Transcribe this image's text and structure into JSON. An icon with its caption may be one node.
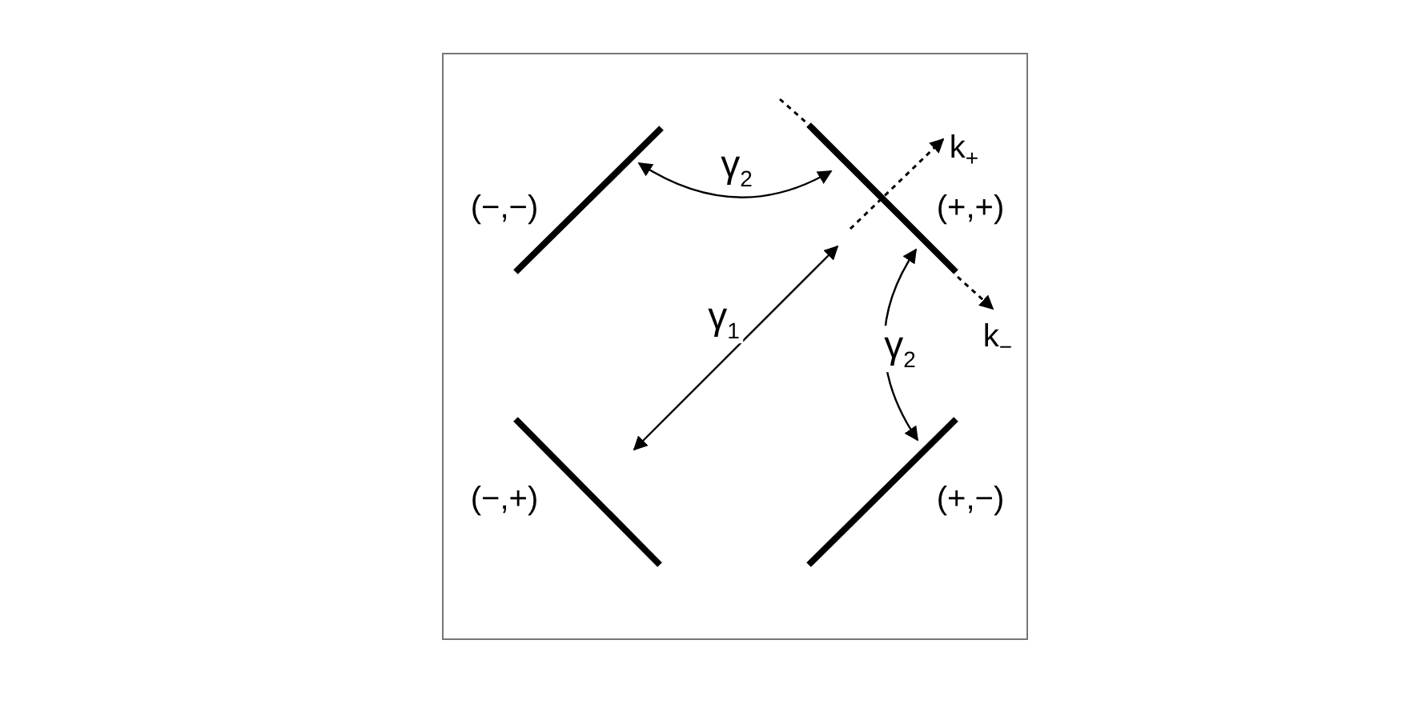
{
  "diagram": {
    "nodes": [
      {
        "text": [],
        "shape": "bar",
        "beside": [
          "(−,−)"
        ]
      },
      {
        "text": [],
        "shape": "bar",
        "beside": [
          "(+,+)"
        ]
      },
      {
        "text": [],
        "shape": "bar",
        "beside": [
          "(−,+)"
        ]
      },
      {
        "text": [],
        "shape": "bar",
        "beside": [
          "(+,−)"
        ]
      }
    ],
    "edges": [
      {
        "from": 0,
        "to": 1,
        "arrow": "both",
        "label": "γ$_{2}$"
      },
      {
        "from": 2,
        "to": 1,
        "arrow": "both",
        "label": "γ$_{1}$"
      },
      {
        "from": 1,
        "to": 3,
        "arrow": "both",
        "label": "γ$_{2}$"
      }
    ],
    "labels": [
      "k$_{+}$",
      "k$_{−}$"
    ]
  }
}
